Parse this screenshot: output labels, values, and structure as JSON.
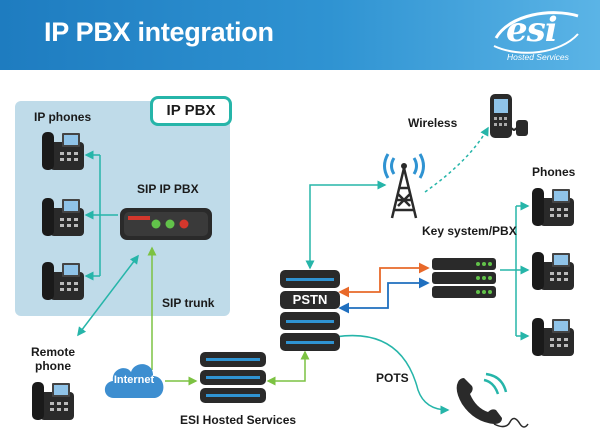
{
  "header": {
    "title": "IP PBX integration",
    "logo_text": "esi",
    "logo_subtext": "Hosted Services"
  },
  "zone": {
    "title": "IP PBX"
  },
  "labels": {
    "ip_phones": "IP phones",
    "sip_ip_pbx": "SIP IP PBX",
    "sip_trunk": "SIP trunk",
    "remote_phone_line1": "Remote",
    "remote_phone_line2": "phone",
    "internet": "Internet",
    "esi_hosted_services": "ESI Hosted Services",
    "pstn": "PSTN",
    "wireless": "Wireless",
    "key_system_pbx": "Key system/PBX",
    "phones": "Phones",
    "pots": "POTS"
  },
  "colors": {
    "header_start": "#1e7cc0",
    "header_end": "#5bb4e6",
    "zone_fill": "#bfdbe9",
    "teal_link": "#26b5a9",
    "green_link": "#7cc242",
    "orange_link": "#e8692a",
    "blue_link": "#1f6fbf",
    "device_dark": "#2a2a2a",
    "cloud": "#3d8ed0"
  },
  "icons": [
    "desk-phone-icon",
    "pbx-box-icon",
    "cloud-icon",
    "server-stack-icon",
    "antenna-icon",
    "mobile-phone-icon",
    "handset-icon"
  ]
}
